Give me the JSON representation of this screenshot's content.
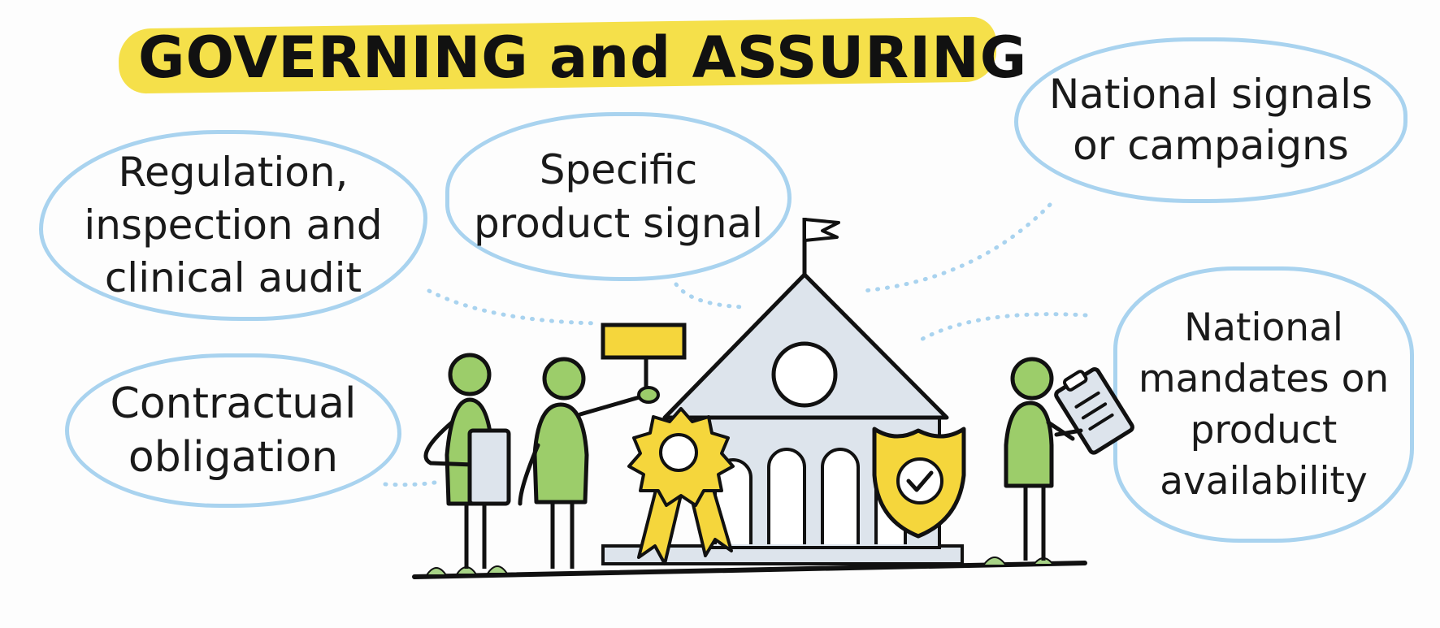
{
  "title": "GOVERNING and ASSURING",
  "bubbles": {
    "regulation": "Regulation,\ninspection and\nclinical audit",
    "contractual": "Contractual\nobligation",
    "specific_product": "Specific\nproduct signal",
    "national_signals": "National signals\nor campaigns",
    "national_mandates": "National\nmandates on\nproduct\navailability"
  },
  "colors": {
    "title_highlight": "#f5e04a",
    "bubble_outline": "#a9d3ef",
    "figure_green": "#9ccd6a",
    "building_fill": "#dde4ec",
    "badge_yellow": "#f5d63c"
  },
  "icons": [
    "people-icon",
    "sign-icon",
    "building-icon",
    "flag-icon",
    "award-rosette-icon",
    "shield-check-icon",
    "clipboard-icon"
  ]
}
